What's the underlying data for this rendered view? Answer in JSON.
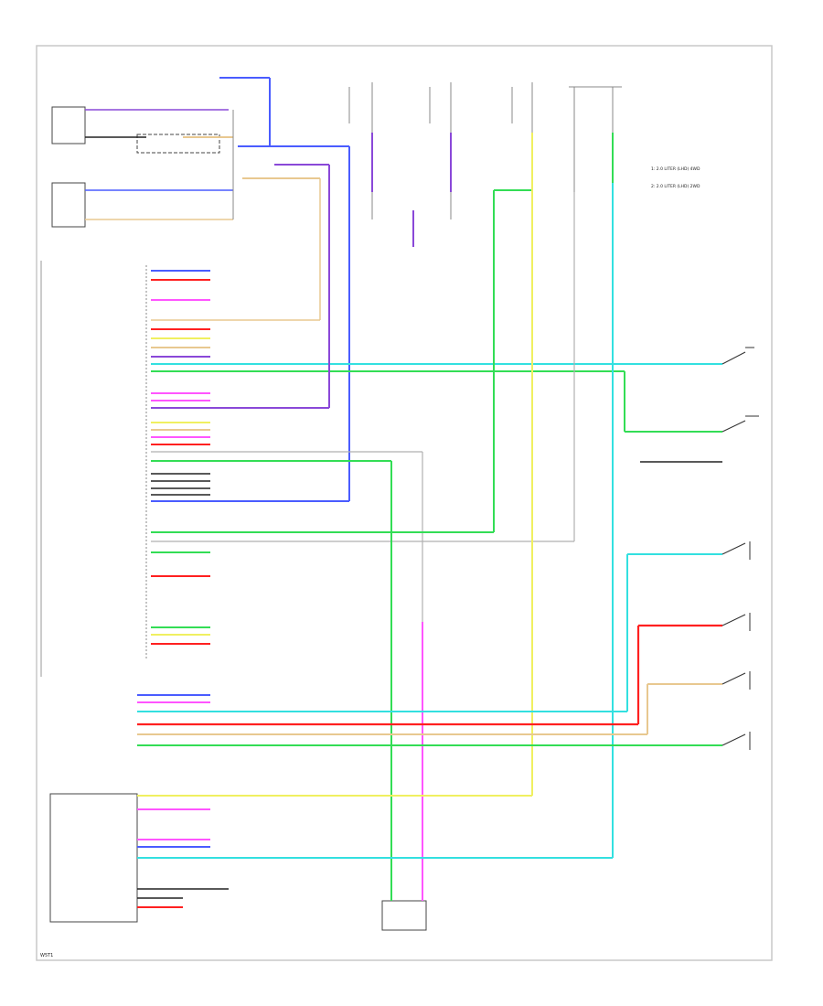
{
  "legend": {
    "note1": "1: 2.0 LITER (LHD) 4WD",
    "note2": "2: 2.0 LITER (LHD) 2WD"
  },
  "corner_label": "W5T1",
  "wire_colors": {
    "blue": "#4a5cff",
    "red": "#ff2020",
    "pink": "#ff55ff",
    "yellow": "#f0f060",
    "green": "#33dd55",
    "cyan": "#33e0e0",
    "tan": "#e8c890",
    "gray": "#b0b0b0",
    "violet": "#8a48d8",
    "black": "#222222"
  }
}
